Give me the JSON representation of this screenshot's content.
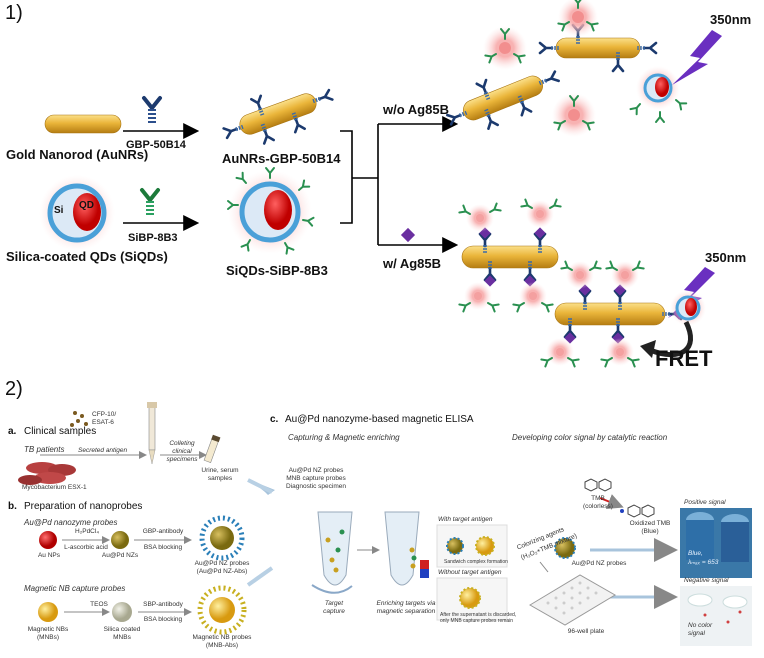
{
  "panel1": {
    "number": "1)",
    "aunr_label": "Gold Nanorod (AuNRs)",
    "siqd_label": "Silica-coated QDs (SiQDs)",
    "si": "Si",
    "qd": "QD",
    "gbp_label": "GBP-50B14",
    "sibp_label": "SiBP-8B3",
    "aunr_product": "AuNRs-GBP-50B14",
    "siqd_product": "SiQDs-SiBP-8B3",
    "without_label": "w/o Ag85B",
    "with_label": "w/ Ag85B",
    "uv_top": "350nm",
    "uv_bottom": "350nm",
    "fret": "FRET"
  },
  "panel2": {
    "number": "2)",
    "a_letter": "a.",
    "a_title": "Clinical samples",
    "tb_patients": "TB patients",
    "cfp": "CFP-10/",
    "esat": "ESAT-6",
    "secreted": "Secreted antigen",
    "collecting1": "Colleting",
    "collecting2": "clinical",
    "collecting3": "specimens",
    "mycobacterium": "Mycobacterium ESX-1",
    "urine1": "Urine, serum",
    "urine2": "samples",
    "b_letter": "b.",
    "b_title": "Preparation of nanoprobes",
    "aupd_title": "Au@Pd nanozyme probes",
    "au_nps": "Au NPs",
    "h2pdcl4": "H₂PdCl₄",
    "ascorbic": "L-ascorbic acid",
    "aupd_nzs": "Au@Pd NZs",
    "gbp_antibody": "GBP-antibody",
    "bsa1": "BSA blocking",
    "aupd_probes1": "Au@Pd NZ probes",
    "aupd_probes2": "(Au@Pd NZ-Abs)",
    "mnb_title": "Magnetic NB capture probes",
    "teos": "TEOS",
    "sbp_antibody": "SBP-antibody",
    "bsa2": "BSA blocking",
    "mnbs1": "Magnetic NBs",
    "mnbs2": "(MNBs)",
    "silica1": "Silica coated",
    "silica2": "MNBs",
    "mnb_probes1": "Magnetic NB probes",
    "mnb_probes2": "(MNB-Abs)",
    "c_letter": "c.",
    "c_title": "Au@Pd nanozyme-based magnetic ELISA",
    "capturing": "Capturing & Magnetic enriching",
    "developing": "Developing color signal by catalytic reaction",
    "tube_note1": "Au@Pd NZ probes",
    "tube_note2": "MNB capture probes",
    "tube_note3": "Diagnostic specimen",
    "target_capture1": "Target",
    "target_capture2": "capture",
    "enriching1": "Enriching targets via",
    "enriching2": "magnetic separation",
    "with_target": "With target antigen",
    "sandwich": "Sandwich complex formation",
    "without_target": "Without target antigen",
    "supernatant1": "After the supernatant is discarded,",
    "supernatant2": "only MNB capture probes remain",
    "tmb1": "TMB",
    "tmb2": "(colorless)",
    "oxtmb1": "Oxidized TMB",
    "oxtmb2": "(Blue)",
    "colorizing1": "Colorizing agents",
    "colorizing2": "(H₂O₂+TMB mixture)",
    "aupd_probe_label": "Au@Pd NZ probes",
    "plate": "96-well plate",
    "positive": "Positive signal",
    "blue1": "Blue,",
    "blue2": "λₘₐₓ = 653",
    "negative": "Negative signal",
    "nocolor1": "No color",
    "nocolor2": "signal"
  },
  "colors": {
    "gold": "#e8b030",
    "red_qd": "#e02020",
    "silica_blue": "#4aa0d8",
    "glow": "#f6b8b8",
    "uv_purple": "#6a2fc0",
    "ag85b": "#6a2fa0",
    "antibody_green": "#2a9050",
    "antibody_navy": "#1c3a6e",
    "arrow_blue": "#a8c4dc",
    "tmb_blue": "#2e6fa8"
  },
  "icons": [
    "gold-nanorod-icon",
    "silica-qd-icon",
    "antibody-icon",
    "ag85b-antigen-icon",
    "uv-bolt-icon",
    "fret-arrow-icon",
    "tube-icon",
    "magnet-icon",
    "well-plate-icon",
    "pipette-icon",
    "bacterium-icon"
  ]
}
